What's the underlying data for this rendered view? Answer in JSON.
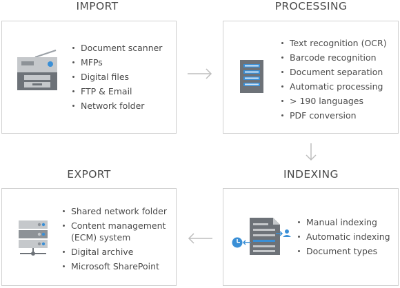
{
  "import": {
    "title": "IMPORT",
    "items": [
      "Document scanner",
      "MFPs",
      "Digital files",
      "FTP & Email",
      "Network folder"
    ]
  },
  "processing": {
    "title": "PROCESSING",
    "items": [
      "Text recognition (OCR)",
      "Barcode recognition",
      "Document separation",
      "Automatic processing",
      "> 190 languages",
      "PDF conversion"
    ]
  },
  "indexing": {
    "title": "INDEXING",
    "items": [
      "Manual indexing",
      "Automatic indexing",
      "Document types"
    ]
  },
  "export": {
    "title": "EXPORT",
    "items": [
      "Shared network folder",
      "Content management (ECM) system",
      "Digital archive",
      "Microsoft SharePoint"
    ]
  },
  "icons": {
    "import": "scanner-icon",
    "processing": "document-ocr-icon",
    "indexing": "document-indexing-icon",
    "export": "server-icon"
  },
  "colors": {
    "border": "#cfcfcf",
    "accent_blue": "#3a8fd6",
    "icon_gray": "#6d7278",
    "arrow": "#bdbdbd"
  }
}
